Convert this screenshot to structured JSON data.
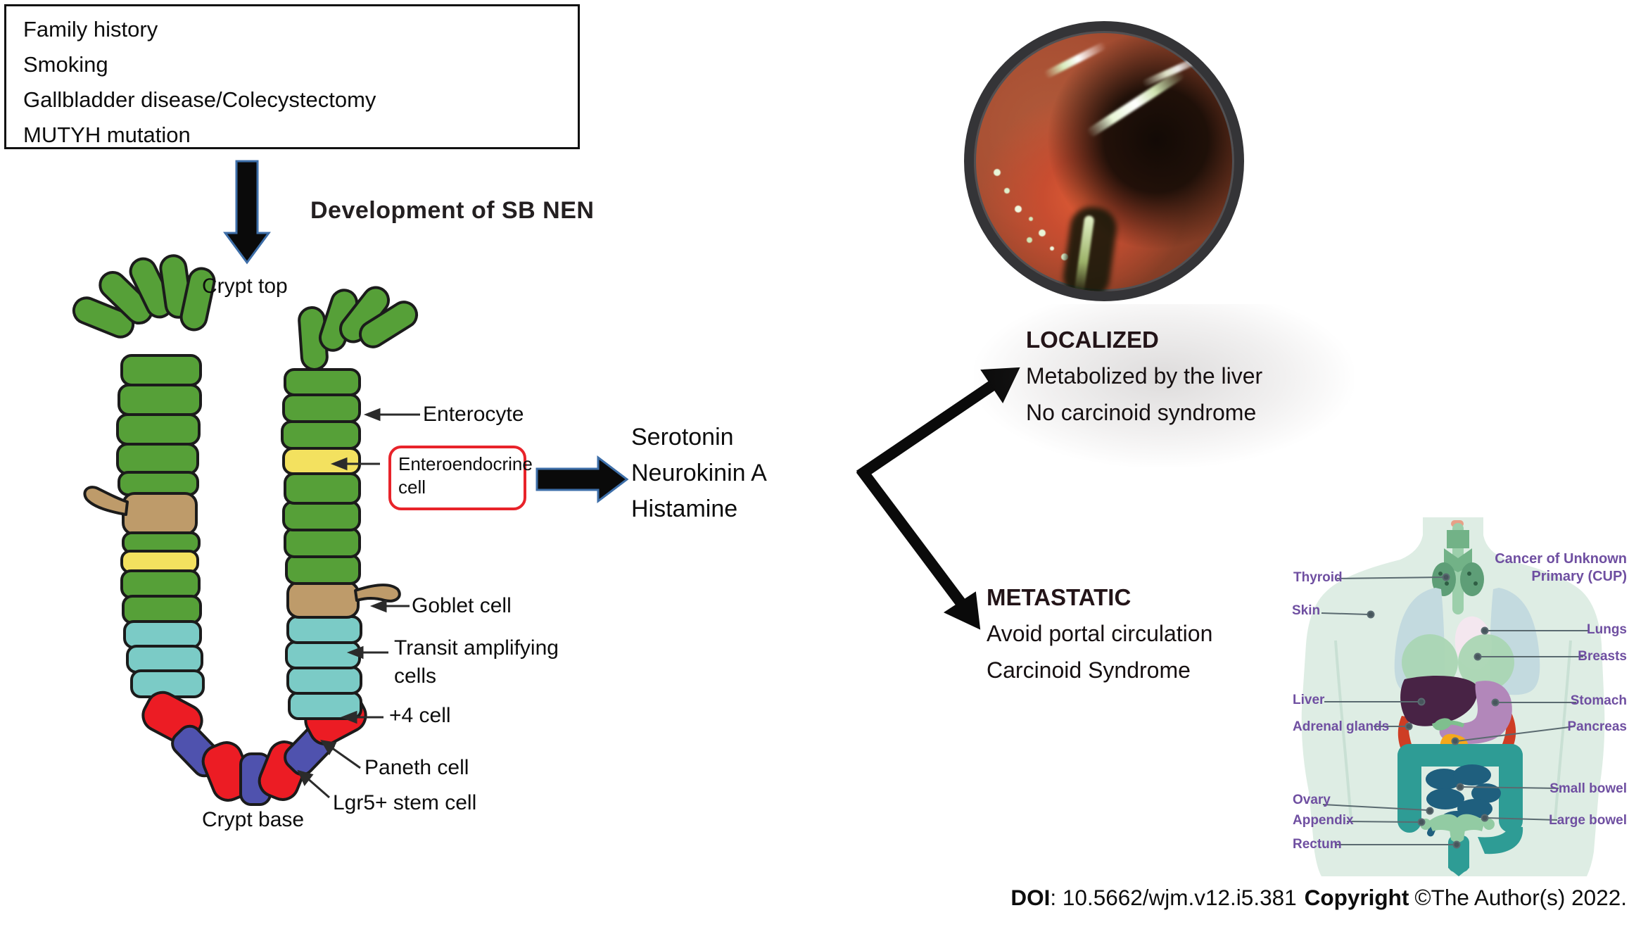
{
  "risk_box": {
    "lines": [
      "Family history",
      "Smoking",
      "Gallbladder disease/Colecystectomy",
      "MUTYH mutation"
    ]
  },
  "development_title": "Development of SB NEN",
  "crypt": {
    "top_label": "Crypt top",
    "base_label": "Crypt base",
    "cell_labels": {
      "enterocyte": "Enterocyte",
      "enteroendocrine": "Enteroendocrine cell",
      "goblet": "Goblet cell",
      "transit_amplifying": "Transit amplifying cells",
      "plus4": "+4 cell",
      "paneth": "Paneth cell",
      "lgr5": "Lgr5+ stem cell"
    },
    "cell_colors": {
      "enterocyte": "#56a038",
      "enteroendocrine": "#f3e15f",
      "goblet": "#be9b6a",
      "transit_amplifying": "#7bcbc6",
      "paneth": "#ec1c24",
      "lgr5_stem": "#4f52ae",
      "outline": "#1b1b1b",
      "highlight_box": "#e8232a"
    }
  },
  "hormones": [
    "Serotonin",
    "Neurokinin A",
    "Histamine"
  ],
  "outcomes": {
    "localized": {
      "title": "LOCALIZED",
      "lines": [
        "Metabolized by the liver",
        "No carcinoid syndrome"
      ]
    },
    "metastatic": {
      "title": "METASTATIC",
      "lines": [
        "Avoid portal circulation",
        "Carcinoid Syndrome"
      ]
    }
  },
  "body_map": {
    "title_line1": "Cancer of Unknown",
    "title_line2": "Primary (CUP)",
    "left_labels": [
      "Thyroid",
      "Skin",
      "Liver",
      "Adrenal glands",
      "Ovary",
      "Appendix",
      "Rectum"
    ],
    "right_labels": [
      "Lungs",
      "Breasts",
      "Stomach",
      "Pancreas",
      "Small bowel",
      "Large bowel"
    ],
    "label_color": "#6f4fa1",
    "organ_colors": {
      "silhouette": "#deede4",
      "thyroid": "#72b287",
      "lungs": "#c3dadf",
      "heart": "#f4e7ef",
      "breasts": "#a9d6b3",
      "liver": "#482345",
      "stomach": "#b287ba",
      "adrenal_glands": "#ce3d24",
      "pancreas": "#f5a81c",
      "large_bowel": "#2e9c95",
      "small_bowel": "#1f5f7e",
      "uterus_ovaries": "#92cba3"
    }
  },
  "footer": {
    "doi_label": "DOI",
    "doi_text": ": 10.5662/wjm.v12.i5.381",
    "copyright_label": "Copyright",
    "copyright_text": "©The Author(s) 2022."
  }
}
